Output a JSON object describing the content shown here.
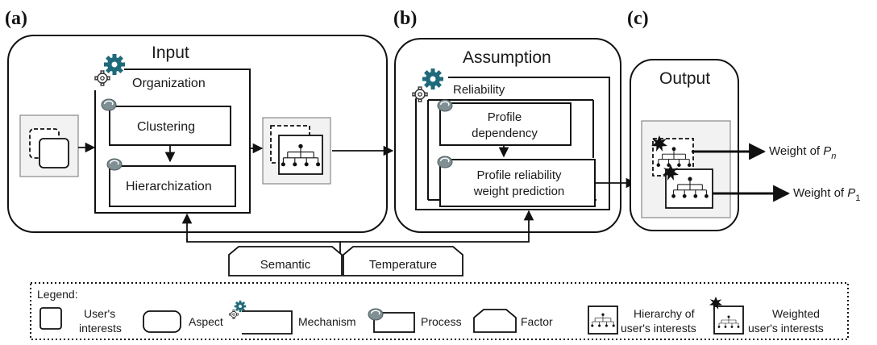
{
  "panels": {
    "a": "(a)",
    "b": "(b)",
    "c": "(c)"
  },
  "input": {
    "title": "Input",
    "mechanism": "Organization",
    "process1": "Clustering",
    "process2": "Hierarchization"
  },
  "assumption": {
    "title": "Assumption",
    "mechanism": "Reliability",
    "process1_line1": "Profile",
    "process1_line2": "dependency",
    "process2_line1": "Profile reliability",
    "process2_line2": "weight prediction"
  },
  "output": {
    "title": "Output",
    "weight_n_prefix": "Weight of ",
    "weight_n_var": "P",
    "weight_n_sub": "n",
    "weight_1_prefix": "Weight of ",
    "weight_1_var": "P",
    "weight_1_sub": "1"
  },
  "factors": {
    "semantic": "Semantic",
    "temperature": "Temperature"
  },
  "legend": {
    "title": "Legend:",
    "users_interests_1": "User's",
    "users_interests_2": "interests",
    "aspect": "Aspect",
    "mechanism": "Mechanism",
    "process": "Process",
    "factor": "Factor",
    "hierarchy_1": "Hierarchy of",
    "hierarchy_2": "user's interests",
    "weighted_1": "Weighted",
    "weighted_2": "user's interests"
  },
  "icons": {
    "mechanism": "gears-icon",
    "process": "process-icon",
    "weight": "starburst-icon"
  }
}
